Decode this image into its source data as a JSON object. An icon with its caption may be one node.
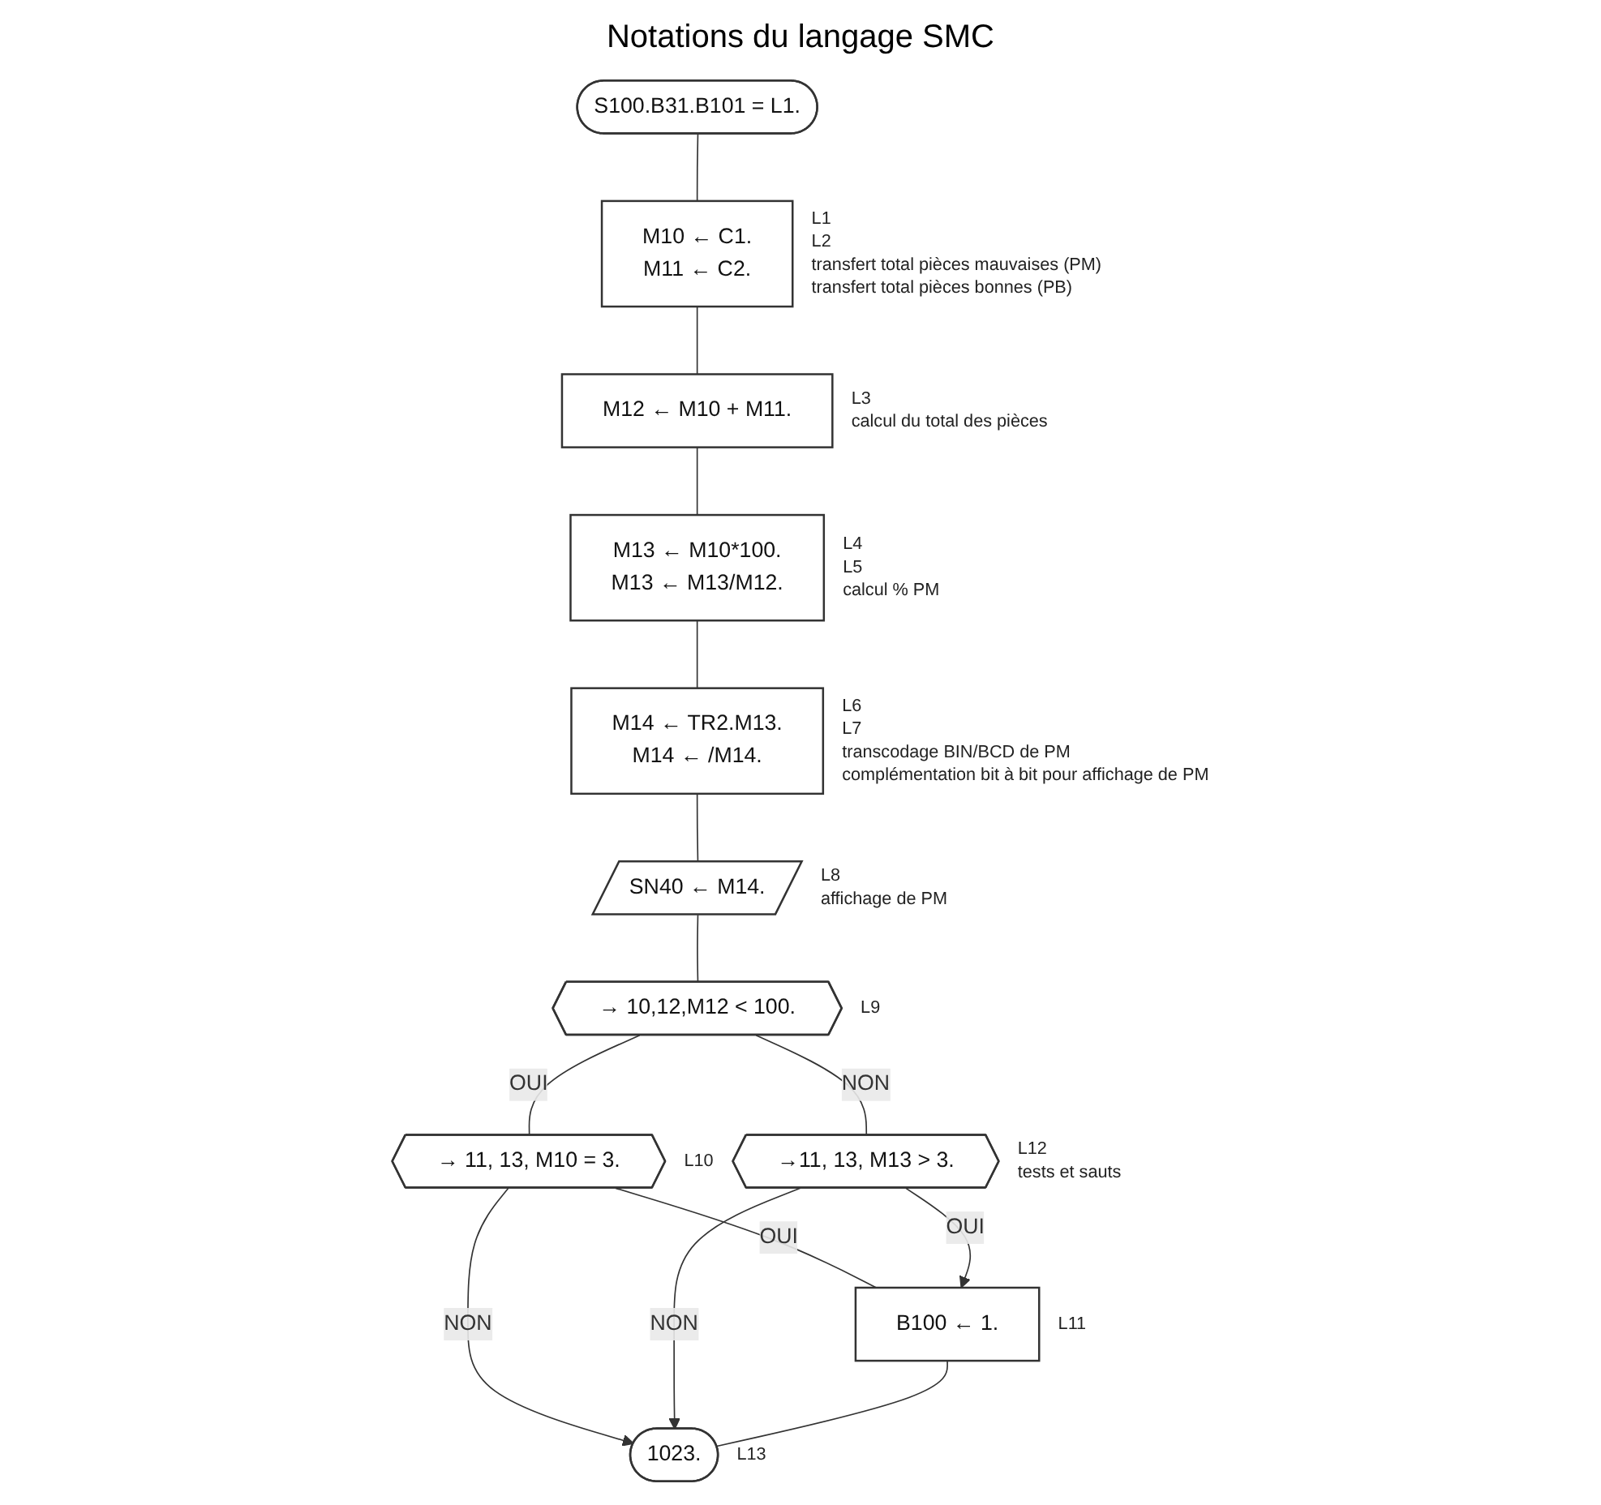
{
  "diagram": {
    "title": "Notations du langage SMC",
    "nodes": [
      {
        "text": [
          "S100.B31.B101 = L1."
        ]
      },
      {
        "text": [
          "M10 ← C1.",
          "M11 ← C2."
        ],
        "beside": [
          "L1",
          "L2",
          "transfert total pièces mauvaises (PM)",
          "transfert total pièces bonnes (PB)"
        ]
      },
      {
        "text": [
          "M12 ← M10 + M11."
        ],
        "beside": [
          "L3",
          "calcul du total des pièces"
        ]
      },
      {
        "text": [
          "M13 ← M10*100.",
          "M13 ← M13/M12."
        ],
        "beside": [
          "L4",
          "L5",
          "calcul % PM"
        ]
      },
      {
        "text": [
          "M14 ← TR2.M13.",
          "M14 ← /M14."
        ],
        "beside": [
          "L6",
          "L7",
          "transcodage BIN/BCD de PM",
          "complémentation bit à bit pour affichage de PM"
        ]
      },
      {
        "text": [
          "SN40 ← M14."
        ],
        "beside": [
          "L8",
          "affichage de PM"
        ]
      },
      {
        "text": [
          "→ 10,12,M12 < 100."
        ],
        "beside": [
          "L9"
        ]
      },
      {
        "text": [
          "→ 11, 13, M10 = 3."
        ],
        "beside": [
          "L10"
        ]
      },
      {
        "text": [
          "→11, 13, M13 > 3."
        ],
        "beside": [
          "L12",
          "tests et sauts"
        ]
      },
      {
        "text": [
          "B100 ← 1."
        ],
        "beside": [
          "L11"
        ]
      },
      {
        "text": [
          "1023."
        ],
        "beside": [
          "L13"
        ]
      }
    ],
    "edges": [
      {
        "from": 0,
        "to": 1,
        "arrow": "none"
      },
      {
        "from": 1,
        "to": 2,
        "arrow": "none"
      },
      {
        "from": 2,
        "to": 3,
        "arrow": "none"
      },
      {
        "from": 3,
        "to": 4,
        "arrow": "none"
      },
      {
        "from": 4,
        "to": 5,
        "arrow": "none"
      },
      {
        "from": 5,
        "to": 6,
        "arrow": "none"
      },
      {
        "from": 6,
        "to": 7,
        "arrow": "none",
        "label": "OUI"
      },
      {
        "from": 6,
        "to": 8,
        "arrow": "none",
        "label": "NON"
      },
      {
        "from": 7,
        "to": 9,
        "arrow": "none",
        "label": "OUI"
      },
      {
        "from": 8,
        "to": 9,
        "arrow": "to",
        "label": "OUI"
      },
      {
        "from": 7,
        "to": 10,
        "arrow": "to",
        "label": "NON"
      },
      {
        "from": 8,
        "to": 10,
        "arrow": "to",
        "label": "NON"
      },
      {
        "from": 9,
        "to": 10,
        "arrow": "none"
      }
    ]
  }
}
